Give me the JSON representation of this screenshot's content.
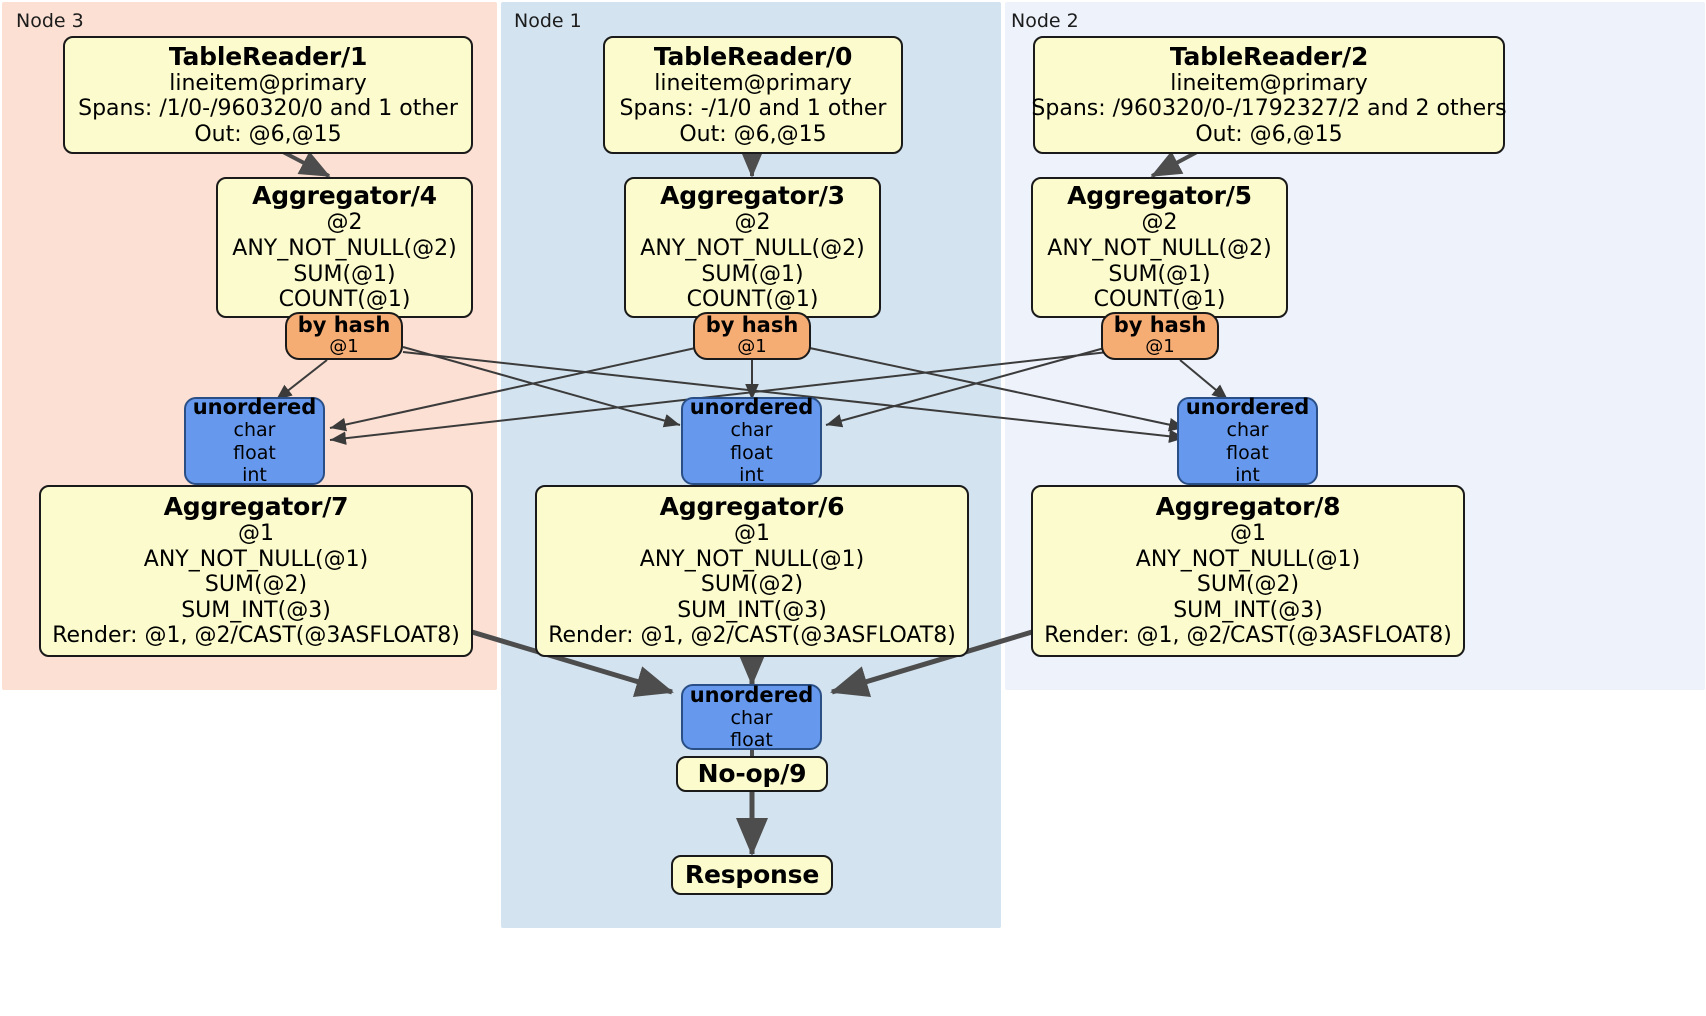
{
  "diagram": {
    "type": "distributed-query-execution-plan",
    "title": "",
    "colors": {
      "node3_panel": "#fbe0d3",
      "node1_panel": "#d3e3ef",
      "node2_panel": "#edf2fb",
      "processor_box": "#fbfbcd",
      "router_box": "#f6ad74",
      "synchronizer_box": "#6699ee",
      "edge": "#4d4d4d",
      "thin_edge": "#3b3b3b",
      "border": "#1a1a1a"
    },
    "nodes": [
      {
        "id": "node3",
        "label": "Node 3"
      },
      {
        "id": "node1",
        "label": "Node 1"
      },
      {
        "id": "node2",
        "label": "Node 2"
      }
    ],
    "processors": {
      "table_reader_1": {
        "title": "TableReader/1",
        "lines": [
          "lineitem@primary",
          "Spans: /1/0-/960320/0 and 1 other",
          "Out: @6,@15"
        ]
      },
      "table_reader_0": {
        "title": "TableReader/0",
        "lines": [
          "lineitem@primary",
          "Spans: -/1/0 and 1 other",
          "Out: @6,@15"
        ]
      },
      "table_reader_2": {
        "title": "TableReader/2",
        "lines": [
          "lineitem@primary",
          "Spans: /960320/0-/1792327/2 and 2 others",
          "Out: @6,@15"
        ]
      },
      "aggregator_4": {
        "title": "Aggregator/4",
        "lines": [
          "@2",
          "ANY_NOT_NULL(@2)",
          "SUM(@1)",
          "COUNT(@1)"
        ]
      },
      "aggregator_3": {
        "title": "Aggregator/3",
        "lines": [
          "@2",
          "ANY_NOT_NULL(@2)",
          "SUM(@1)",
          "COUNT(@1)"
        ]
      },
      "aggregator_5": {
        "title": "Aggregator/5",
        "lines": [
          "@2",
          "ANY_NOT_NULL(@2)",
          "SUM(@1)",
          "COUNT(@1)"
        ]
      },
      "aggregator_7": {
        "title": "Aggregator/7",
        "lines": [
          "@1",
          "ANY_NOT_NULL(@1)",
          "SUM(@2)",
          "SUM_INT(@3)",
          "Render: @1, @2/CAST(@3ASFLOAT8)"
        ]
      },
      "aggregator_6": {
        "title": "Aggregator/6",
        "lines": [
          "@1",
          "ANY_NOT_NULL(@1)",
          "SUM(@2)",
          "SUM_INT(@3)",
          "Render: @1, @2/CAST(@3ASFLOAT8)"
        ]
      },
      "aggregator_8": {
        "title": "Aggregator/8",
        "lines": [
          "@1",
          "ANY_NOT_NULL(@1)",
          "SUM(@2)",
          "SUM_INT(@3)",
          "Render: @1, @2/CAST(@3ASFLOAT8)"
        ]
      },
      "noop_9": {
        "title": "No-op/9",
        "lines": []
      },
      "response": {
        "title": "Response",
        "lines": []
      }
    },
    "routers": {
      "by_hash_4": {
        "title": "by hash",
        "detail": "@1"
      },
      "by_hash_3": {
        "title": "by hash",
        "detail": "@1"
      },
      "by_hash_5": {
        "title": "by hash",
        "detail": "@1"
      }
    },
    "synchronizers": {
      "unordered_7": {
        "title": "unordered",
        "lines": [
          "char",
          "float",
          "int"
        ]
      },
      "unordered_6": {
        "title": "unordered",
        "lines": [
          "char",
          "float",
          "int"
        ]
      },
      "unordered_8": {
        "title": "unordered",
        "lines": [
          "char",
          "float",
          "int"
        ]
      },
      "unordered_final": {
        "title": "unordered",
        "lines": [
          "char",
          "float"
        ]
      }
    }
  }
}
